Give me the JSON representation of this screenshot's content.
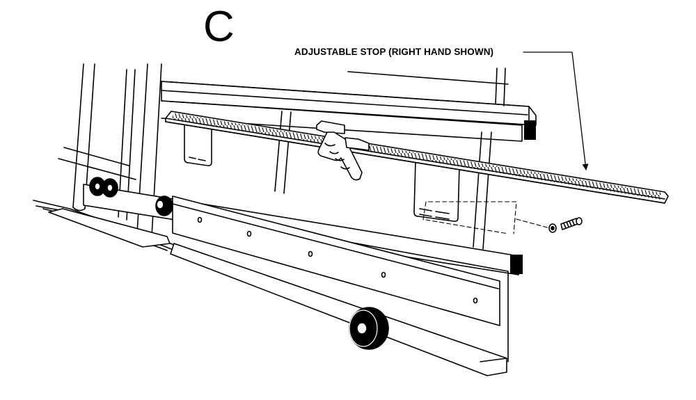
{
  "figure": {
    "step_label": "C",
    "callout_text": "ADJUSTABLE STOP (RIGHT HAND SHOWN)"
  },
  "icons": {
    "assembly": "saw-frame-assembly-drawing",
    "stop": "adjustable-stop-icon",
    "screw": "screw-icon",
    "washer": "washer-icon",
    "wheel": "wheel-icon"
  }
}
